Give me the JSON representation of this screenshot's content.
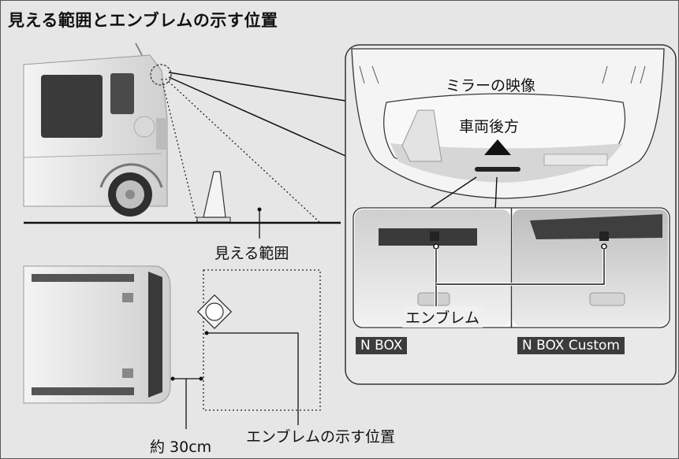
{
  "title": "見える範囲とエンブレムの示す位置",
  "labels": {
    "visible_range": "見える範囲",
    "emblem_position": "エンブレムの示す位置",
    "approx_distance": "約 30cm",
    "mirror_image": "ミラーの映像",
    "vehicle_rear": "車両後方",
    "emblem": "エンブレム"
  },
  "models": [
    "N BOX",
    "N BOX Custom"
  ],
  "colors": {
    "background": "#e6e6e6",
    "tag_background": "#3c3c3c",
    "tag_text": "#ffffff",
    "line": "#111111"
  }
}
